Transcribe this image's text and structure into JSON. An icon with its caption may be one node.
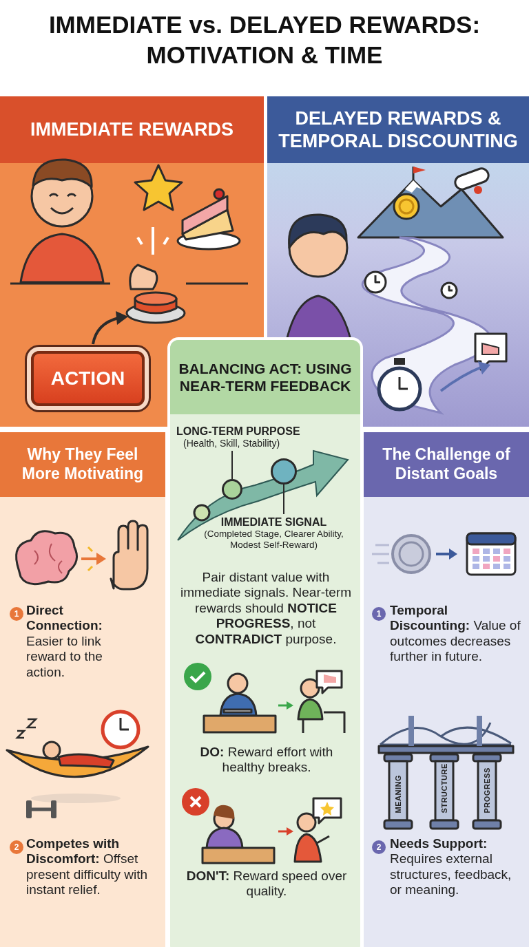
{
  "diagram": {
    "title": "IMMEDIATE vs. DELAYED REWARDS: MOTIVATION & TIME",
    "nodes": [
      {
        "text": [
          "IMMEDIATE REWARDS"
        ]
      },
      {
        "text": [
          "ACTION"
        ],
        "in": 0
      },
      {
        "text": [
          "DELAYED REWARDS & TEMPORAL DISCOUNTING"
        ]
      },
      {
        "text": [
          "Why They Feel More Motivating"
        ]
      },
      {
        "text": [
          "The Challenge of Distant Goals"
        ]
      },
      {
        "text": [
          "BALANCING ACT: USING NEAR-TERM FEEDBACK"
        ]
      },
      {
        "text": [
          "LONG-TERM PURPOSE",
          "(Health, Skill, Stability)"
        ],
        "in": 5
      },
      {
        "text": [],
        "shape": "circle",
        "in": 5
      },
      {
        "text": [],
        "shape": "circle",
        "in": 5
      },
      {
        "text": [
          "IMMEDIATE SIGNAL",
          "(Completed Stage, Clearer Ability, Modest Self-Reward)"
        ],
        "in": 5
      }
    ],
    "edges": [
      {
        "from": 6,
        "to": 7,
        "arrow": "none"
      },
      {
        "from": 9,
        "to": 8,
        "arrow": "none"
      }
    ],
    "labels": [
      "Pair distant value with immediate signals. Near-term rewards should **NOTICE PROGRESS**, not **CONTRADICT** purpose.",
      "1",
      "**Direct Connection:** Easier to link reward to the action.",
      "1",
      "**Temporal Discounting:** Value of outcomes decreases further in future.",
      "**DO:** Reward effort with healthy breaks.",
      "MEANING",
      "STRUCTURE",
      "PROGRESS",
      "**DON'T:** Reward speed over quality.",
      "2",
      "**Competes with Discomfort:** Offset present difficulty with instant relief.",
      "2",
      "**Needs Support:** Requires external structures, feedback, or meaning."
    ]
  }
}
